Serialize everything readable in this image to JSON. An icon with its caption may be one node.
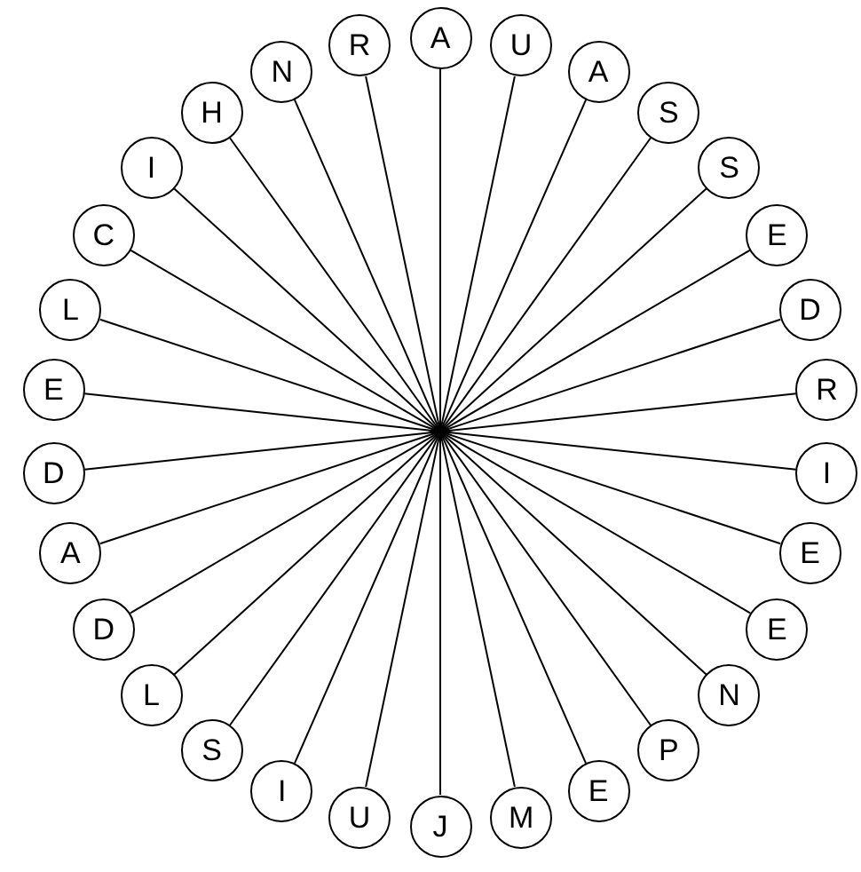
{
  "diagram": {
    "nodes": [
      {
        "text": [
          "A"
        ]
      },
      {
        "text": [
          "U"
        ]
      },
      {
        "text": [
          "A"
        ]
      },
      {
        "text": [
          "S"
        ]
      },
      {
        "text": [
          "S"
        ]
      },
      {
        "text": [
          "E"
        ]
      },
      {
        "text": [
          "D"
        ]
      },
      {
        "text": [
          "R"
        ]
      },
      {
        "text": [
          "I"
        ]
      },
      {
        "text": [
          "E"
        ]
      },
      {
        "text": [
          "E"
        ]
      },
      {
        "text": [
          "N"
        ]
      },
      {
        "text": [
          "P"
        ]
      },
      {
        "text": [
          "E"
        ]
      },
      {
        "text": [
          "M"
        ]
      },
      {
        "text": [
          "J"
        ]
      },
      {
        "text": [
          "U"
        ]
      },
      {
        "text": [
          "I"
        ]
      },
      {
        "text": [
          "S"
        ]
      },
      {
        "text": [
          "L"
        ]
      },
      {
        "text": [
          "D"
        ]
      },
      {
        "text": [
          "A"
        ]
      },
      {
        "text": [
          "D"
        ]
      },
      {
        "text": [
          "E"
        ]
      },
      {
        "text": [
          "L"
        ]
      },
      {
        "text": [
          "C"
        ]
      },
      {
        "text": [
          "I"
        ]
      },
      {
        "text": [
          "H"
        ]
      },
      {
        "text": [
          "N"
        ]
      },
      {
        "text": [
          "R"
        ]
      },
      {
        "text": [],
        "shape": "circle"
      }
    ],
    "edges": [
      {
        "from": 30,
        "to": 0,
        "arrow": "none"
      },
      {
        "from": 30,
        "to": 1,
        "arrow": "none"
      },
      {
        "from": 30,
        "to": 2,
        "arrow": "none"
      },
      {
        "from": 30,
        "to": 3,
        "arrow": "none"
      },
      {
        "from": 30,
        "to": 4,
        "arrow": "none"
      },
      {
        "from": 30,
        "to": 5,
        "arrow": "none"
      },
      {
        "from": 30,
        "to": 6,
        "arrow": "none"
      },
      {
        "from": 30,
        "to": 7,
        "arrow": "none"
      },
      {
        "from": 30,
        "to": 8,
        "arrow": "none"
      },
      {
        "from": 30,
        "to": 9,
        "arrow": "none"
      },
      {
        "from": 30,
        "to": 10,
        "arrow": "none"
      },
      {
        "from": 30,
        "to": 11,
        "arrow": "none"
      },
      {
        "from": 30,
        "to": 12,
        "arrow": "none"
      },
      {
        "from": 30,
        "to": 13,
        "arrow": "none"
      },
      {
        "from": 30,
        "to": 14,
        "arrow": "none"
      },
      {
        "from": 30,
        "to": 15,
        "arrow": "none"
      },
      {
        "from": 30,
        "to": 16,
        "arrow": "none"
      },
      {
        "from": 30,
        "to": 17,
        "arrow": "none"
      },
      {
        "from": 30,
        "to": 18,
        "arrow": "none"
      },
      {
        "from": 30,
        "to": 19,
        "arrow": "none"
      },
      {
        "from": 30,
        "to": 20,
        "arrow": "none"
      },
      {
        "from": 30,
        "to": 21,
        "arrow": "none"
      },
      {
        "from": 30,
        "to": 22,
        "arrow": "none"
      },
      {
        "from": 30,
        "to": 23,
        "arrow": "none"
      },
      {
        "from": 30,
        "to": 24,
        "arrow": "none"
      },
      {
        "from": 30,
        "to": 25,
        "arrow": "none"
      },
      {
        "from": 30,
        "to": 26,
        "arrow": "none"
      },
      {
        "from": 30,
        "to": 27,
        "arrow": "none"
      },
      {
        "from": 30,
        "to": 28,
        "arrow": "none"
      },
      {
        "from": 30,
        "to": 29,
        "arrow": "none"
      }
    ]
  }
}
